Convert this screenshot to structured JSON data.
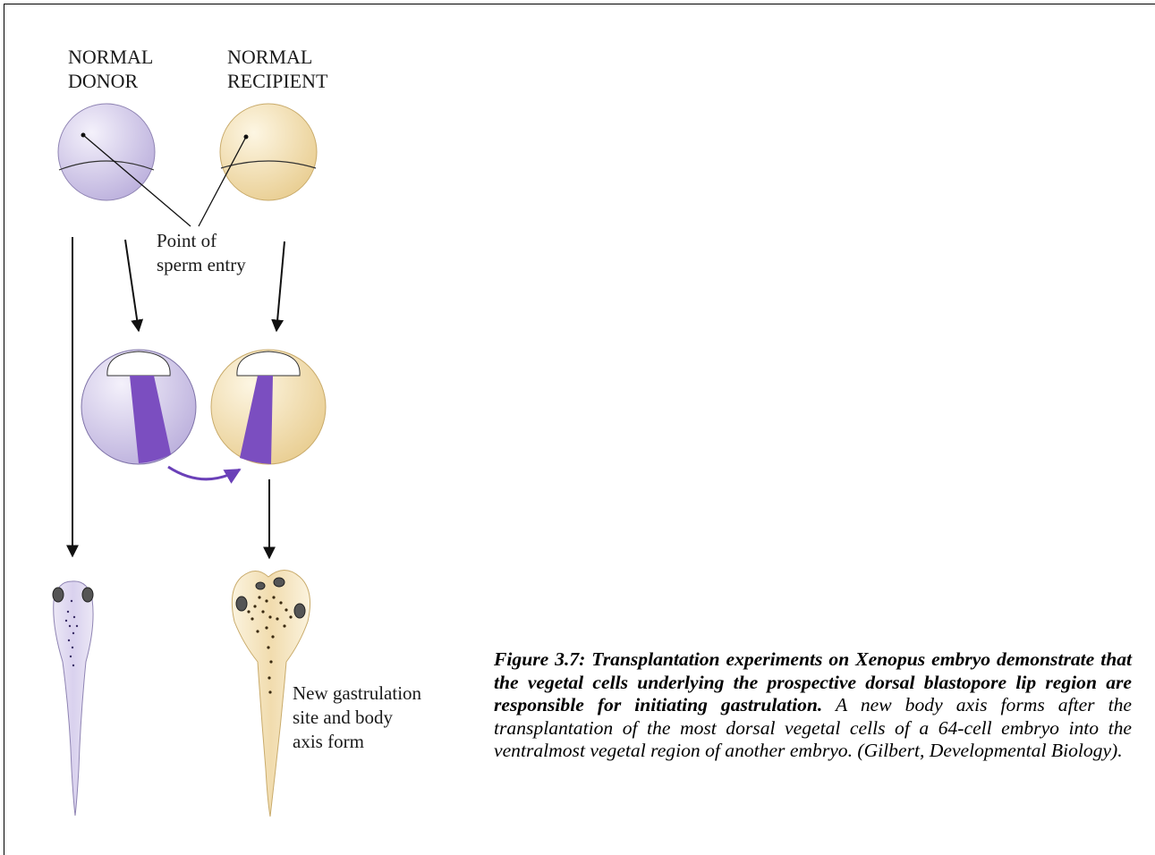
{
  "figure": {
    "labels": {
      "normal_donor": "NORMAL\nDONOR",
      "normal_recipient": "NORMAL\nRECIPIENT",
      "sperm_entry": "Point of\nsperm entry",
      "new_site": "New gastrulation\nsite and body\naxis form"
    },
    "colors": {
      "donor": "#c9bfe2",
      "recipient": "#f2dfb0",
      "transplant": "#7b4ec0",
      "arrow": "#111111"
    }
  },
  "caption": {
    "bold": "Figure 3.7: Transplantation experiments on Xenopus embryo demonstrate that the vegetal cells underlying the prospective dorsal blastopore lip region are responsible for initiating gastrulation.",
    "body": " A new body axis forms after the transplantation of the most dorsal vegetal cells of a 64-cell embryo into the ventralmost vegetal region of another embryo. (Gilbert, Developmental Biology)."
  }
}
